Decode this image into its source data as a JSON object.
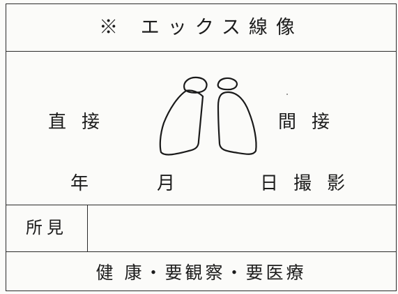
{
  "form": {
    "title": "※ エックス線像",
    "direct_label": "直接",
    "indirect_label": "間接",
    "date": {
      "year_label": "年",
      "month_label": "月",
      "day_taken_label": "日撮影"
    },
    "findings": {
      "label": "所見",
      "value": ""
    },
    "result_options": "健 康・要観察・要医療"
  }
}
